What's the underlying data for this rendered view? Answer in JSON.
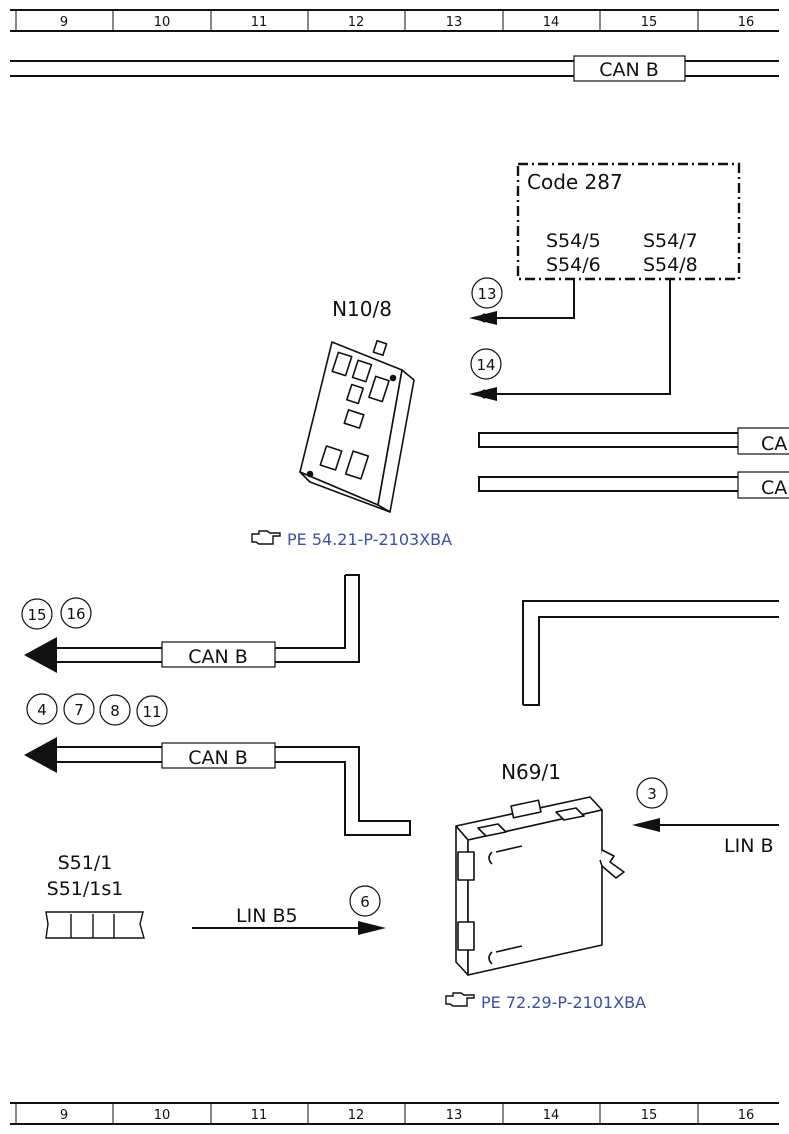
{
  "grid": {
    "columns": [
      "9",
      "10",
      "11",
      "12",
      "13",
      "14",
      "15",
      "16"
    ]
  },
  "labels": {
    "can_b_top": "CAN B",
    "code_box_title": "Code 287",
    "switch_s54_5": "S54/5",
    "switch_s54_7": "S54/7",
    "switch_s54_6": "S54/6",
    "switch_s54_8": "S54/8",
    "module_n10_8": "N10/8",
    "module_n69_1": "N69/1",
    "ref_n10_8": "PE 54.21-P-2103XBA",
    "ref_n69_1": "PE 72.29-P-2101XBA",
    "can_b_left_1": "CAN B",
    "can_b_left_2": "CAN B",
    "can_right_1": "CA",
    "can_right_2": "CA",
    "lin_b5": "LIN B5",
    "lin_b_right": "LIN B",
    "switch_s51_1": "S51/1",
    "switch_s51_1s1": "S51/1s1"
  },
  "markers": {
    "m13": "13",
    "m14": "14",
    "m15": "15",
    "m16": "16",
    "m4": "4",
    "m7": "7",
    "m8": "8",
    "m11": "11",
    "m3": "3",
    "m6": "6"
  }
}
